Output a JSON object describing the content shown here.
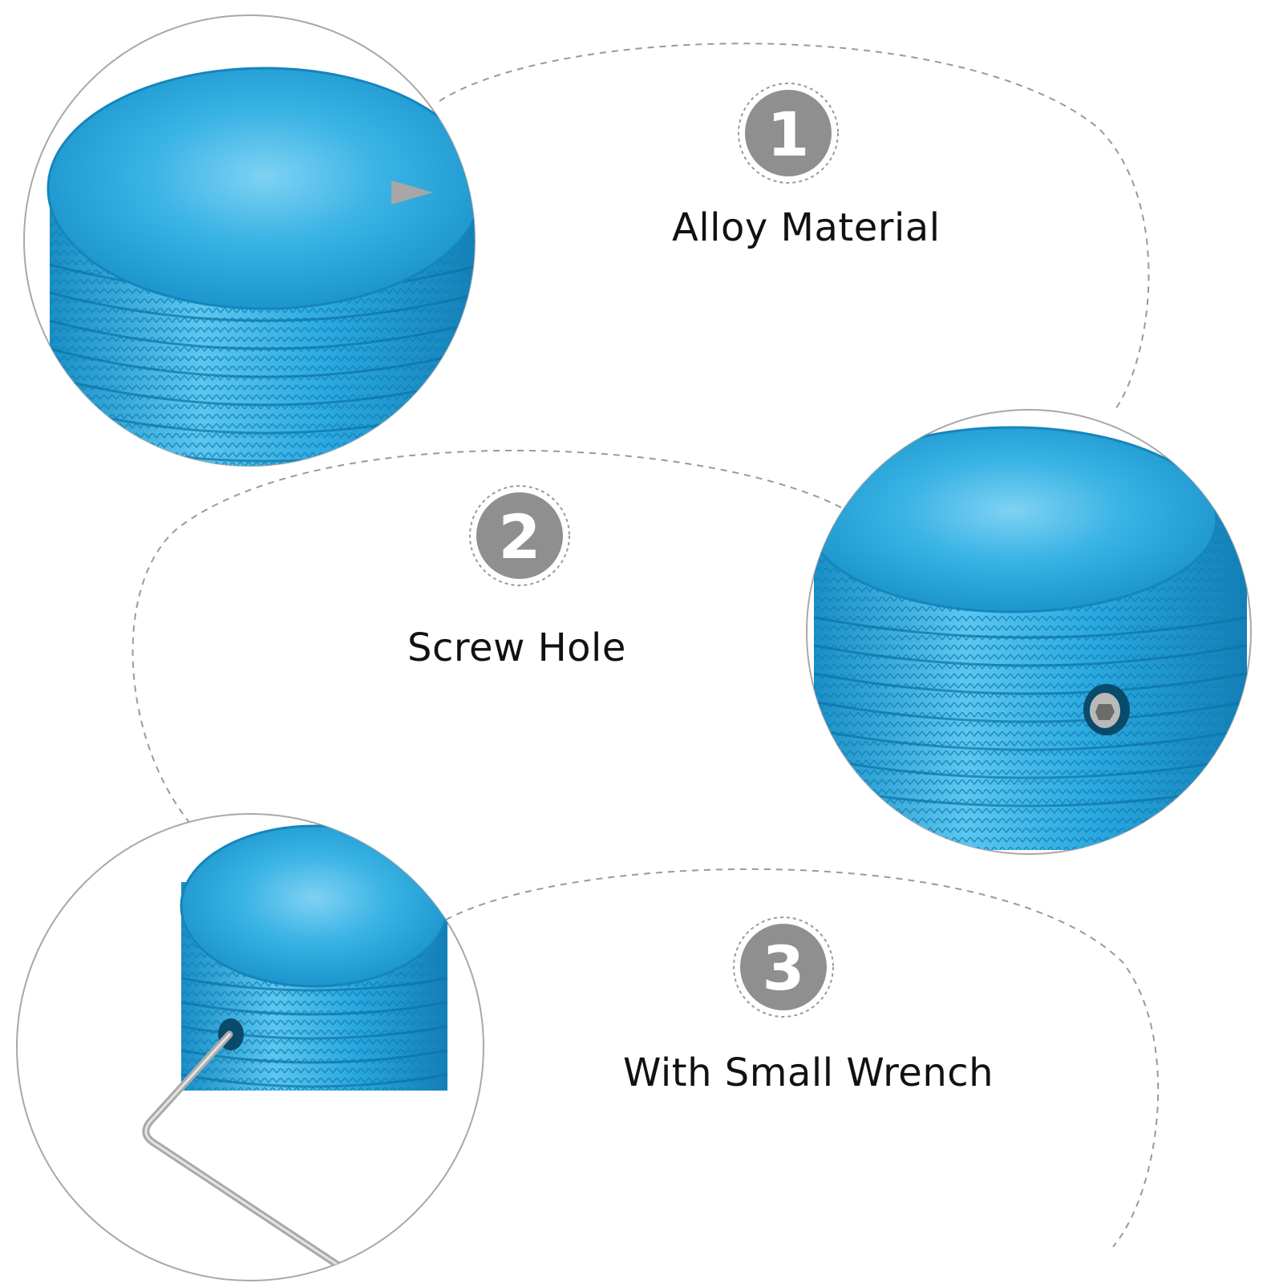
{
  "features": [
    {
      "number": "1",
      "label": "Alloy Material"
    },
    {
      "number": "2",
      "label": "Screw Hole"
    },
    {
      "number": "3",
      "label": "With Small Wrench"
    }
  ],
  "colors": {
    "knob_blue": "#2aa8df",
    "knob_blue_dark": "#0f7fb5",
    "badge_gray": "#8f8f8f",
    "dashed_line": "#9a9a9a",
    "circle_outline": "#a8a8a8",
    "indicator_gray": "#a7a7a7",
    "wrench_silver": "#a9a9a9"
  },
  "icons": {
    "badge": "numbered-circle-badge",
    "indicator": "triangle-pointer-icon"
  }
}
